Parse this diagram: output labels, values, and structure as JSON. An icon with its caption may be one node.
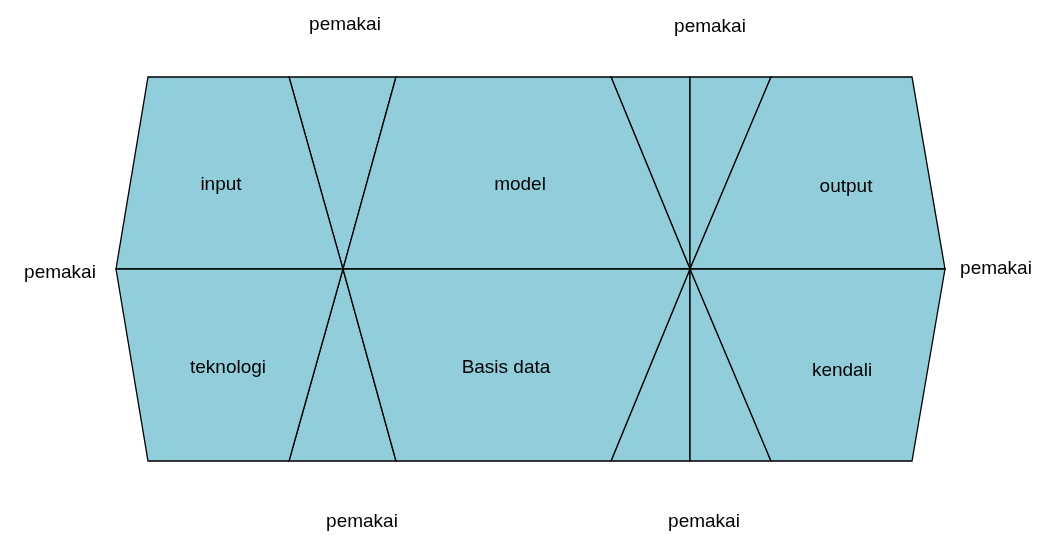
{
  "diagram": {
    "nodes": [
      {
        "text": [
          "input"
        ]
      },
      {
        "text": [
          "model"
        ]
      },
      {
        "text": [
          "output"
        ]
      },
      {
        "text": [
          "teknologi"
        ]
      },
      {
        "text": [
          "Basis data"
        ]
      },
      {
        "text": [
          "kendali"
        ]
      }
    ],
    "labels": [
      "pemakai",
      "pemakai",
      "pemakai",
      "pemakai",
      "pemakai",
      "pemakai"
    ]
  }
}
